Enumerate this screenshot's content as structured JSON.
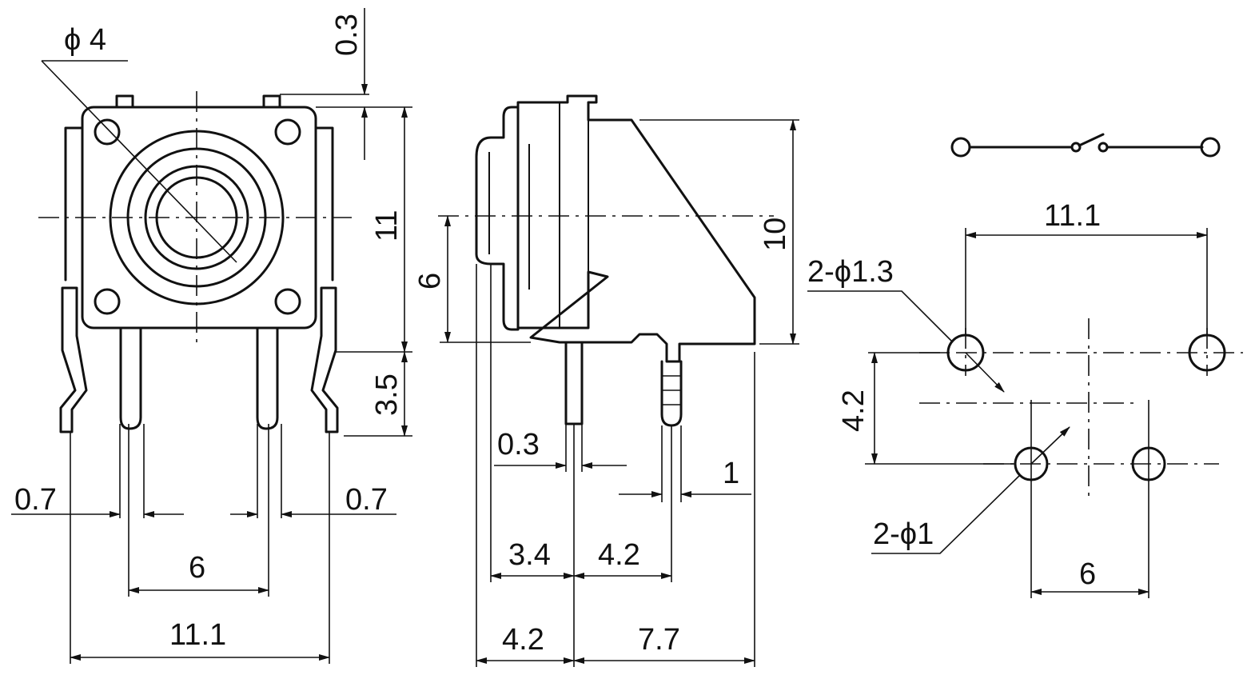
{
  "front_view": {
    "dia_knob": "ϕ 4",
    "dim_top": "0.3",
    "dim_height": "11",
    "dim_pin_length": "3.5",
    "dim_left_lead": "0.7",
    "dim_right_lead": "0.7",
    "dim_pin_pitch": "6",
    "dim_width": "11.1"
  },
  "side_view": {
    "dim_lead_thickness": "0.3",
    "dim_pin_width": "1",
    "dim_knob_height": "6",
    "dim_body_height": "10",
    "dim_3_4": "3.4",
    "dim_4_2_upper": "4.2",
    "dim_4_2_lower": "4.2",
    "dim_7_7": "7.7"
  },
  "pcb_layout": {
    "dim_width": "11.1",
    "hole_large": "2-ϕ1.3",
    "hole_small": "2-ϕ1",
    "dim_vertical": "4.2",
    "dim_pitch": "6"
  }
}
